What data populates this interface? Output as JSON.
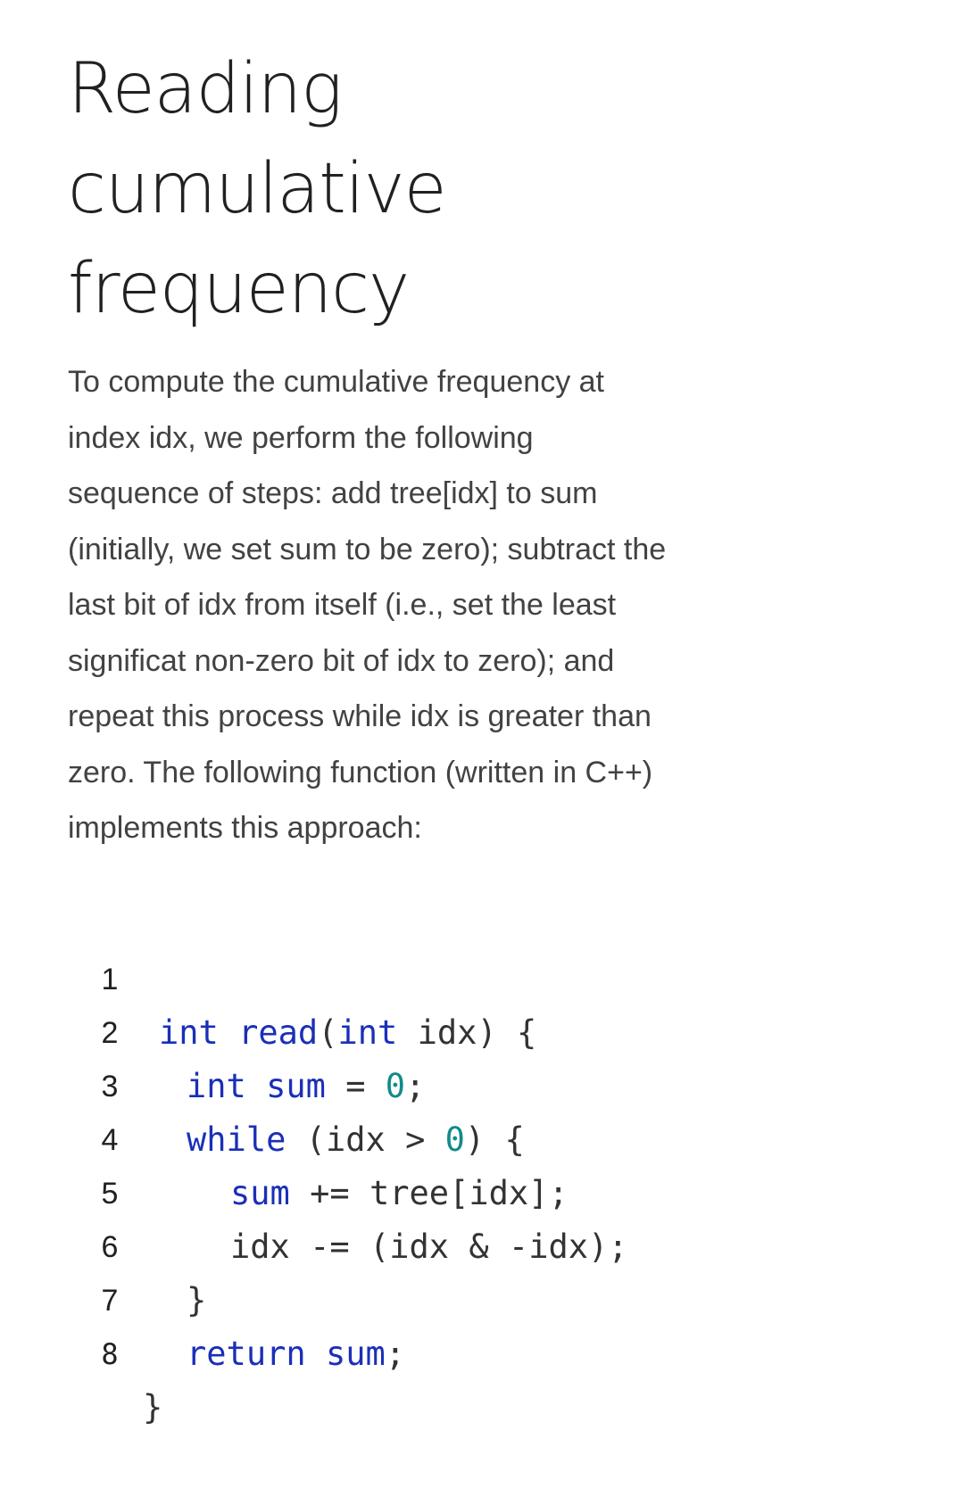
{
  "article": {
    "title_lines": [
      "Reading",
      "cumulative",
      "frequency"
    ],
    "paragraph_lines": [
      "To compute the cumulative frequency at",
      "index idx, we perform the following",
      "sequence of steps: add tree[idx] to sum",
      "(initially, we set sum to be zero); subtract the",
      "last bit of idx from itself (i.e., set the least",
      "significat non-zero bit of idx to zero); and",
      "repeat this process while idx is greater than",
      "zero. The following function (written in C++)",
      "implements this approach:"
    ]
  },
  "code": {
    "language": "C++",
    "lines": [
      {
        "number": "1",
        "text": "int read(int idx) {"
      },
      {
        "number": "2",
        "text": "int sum = 0;"
      },
      {
        "number": "3",
        "text": "while (idx > 0) {"
      },
      {
        "number": "4",
        "text": "sum += tree[idx];"
      },
      {
        "number": "5",
        "text": "idx -= (idx & -idx);"
      },
      {
        "number": "6",
        "text": "}"
      },
      {
        "number": "7",
        "text": "return sum;"
      },
      {
        "number": "8",
        "text": "}"
      }
    ],
    "colors": {
      "keyword": "#1a2fb8",
      "number": "#128a8a",
      "plain": "#333333"
    }
  }
}
